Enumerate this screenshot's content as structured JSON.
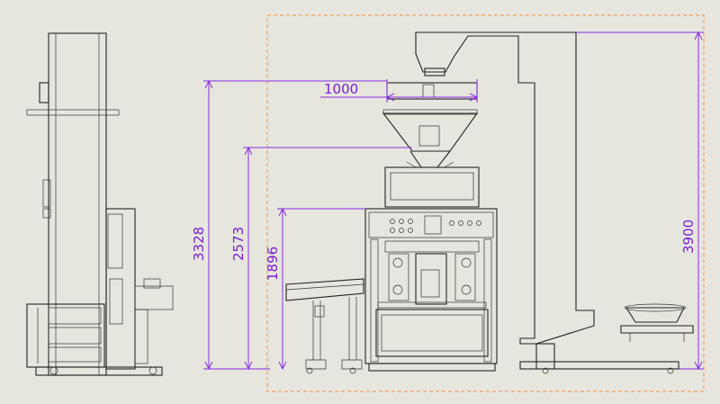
{
  "colors": {
    "background": "#e6e6de",
    "lines": "#222222",
    "dimension": "#8a2be2",
    "frame": "#f0a060"
  },
  "dimensions": {
    "width_1000": "1000",
    "height_3328": "3328",
    "height_2573": "2573",
    "height_1896": "1896",
    "height_3900": "3900"
  }
}
